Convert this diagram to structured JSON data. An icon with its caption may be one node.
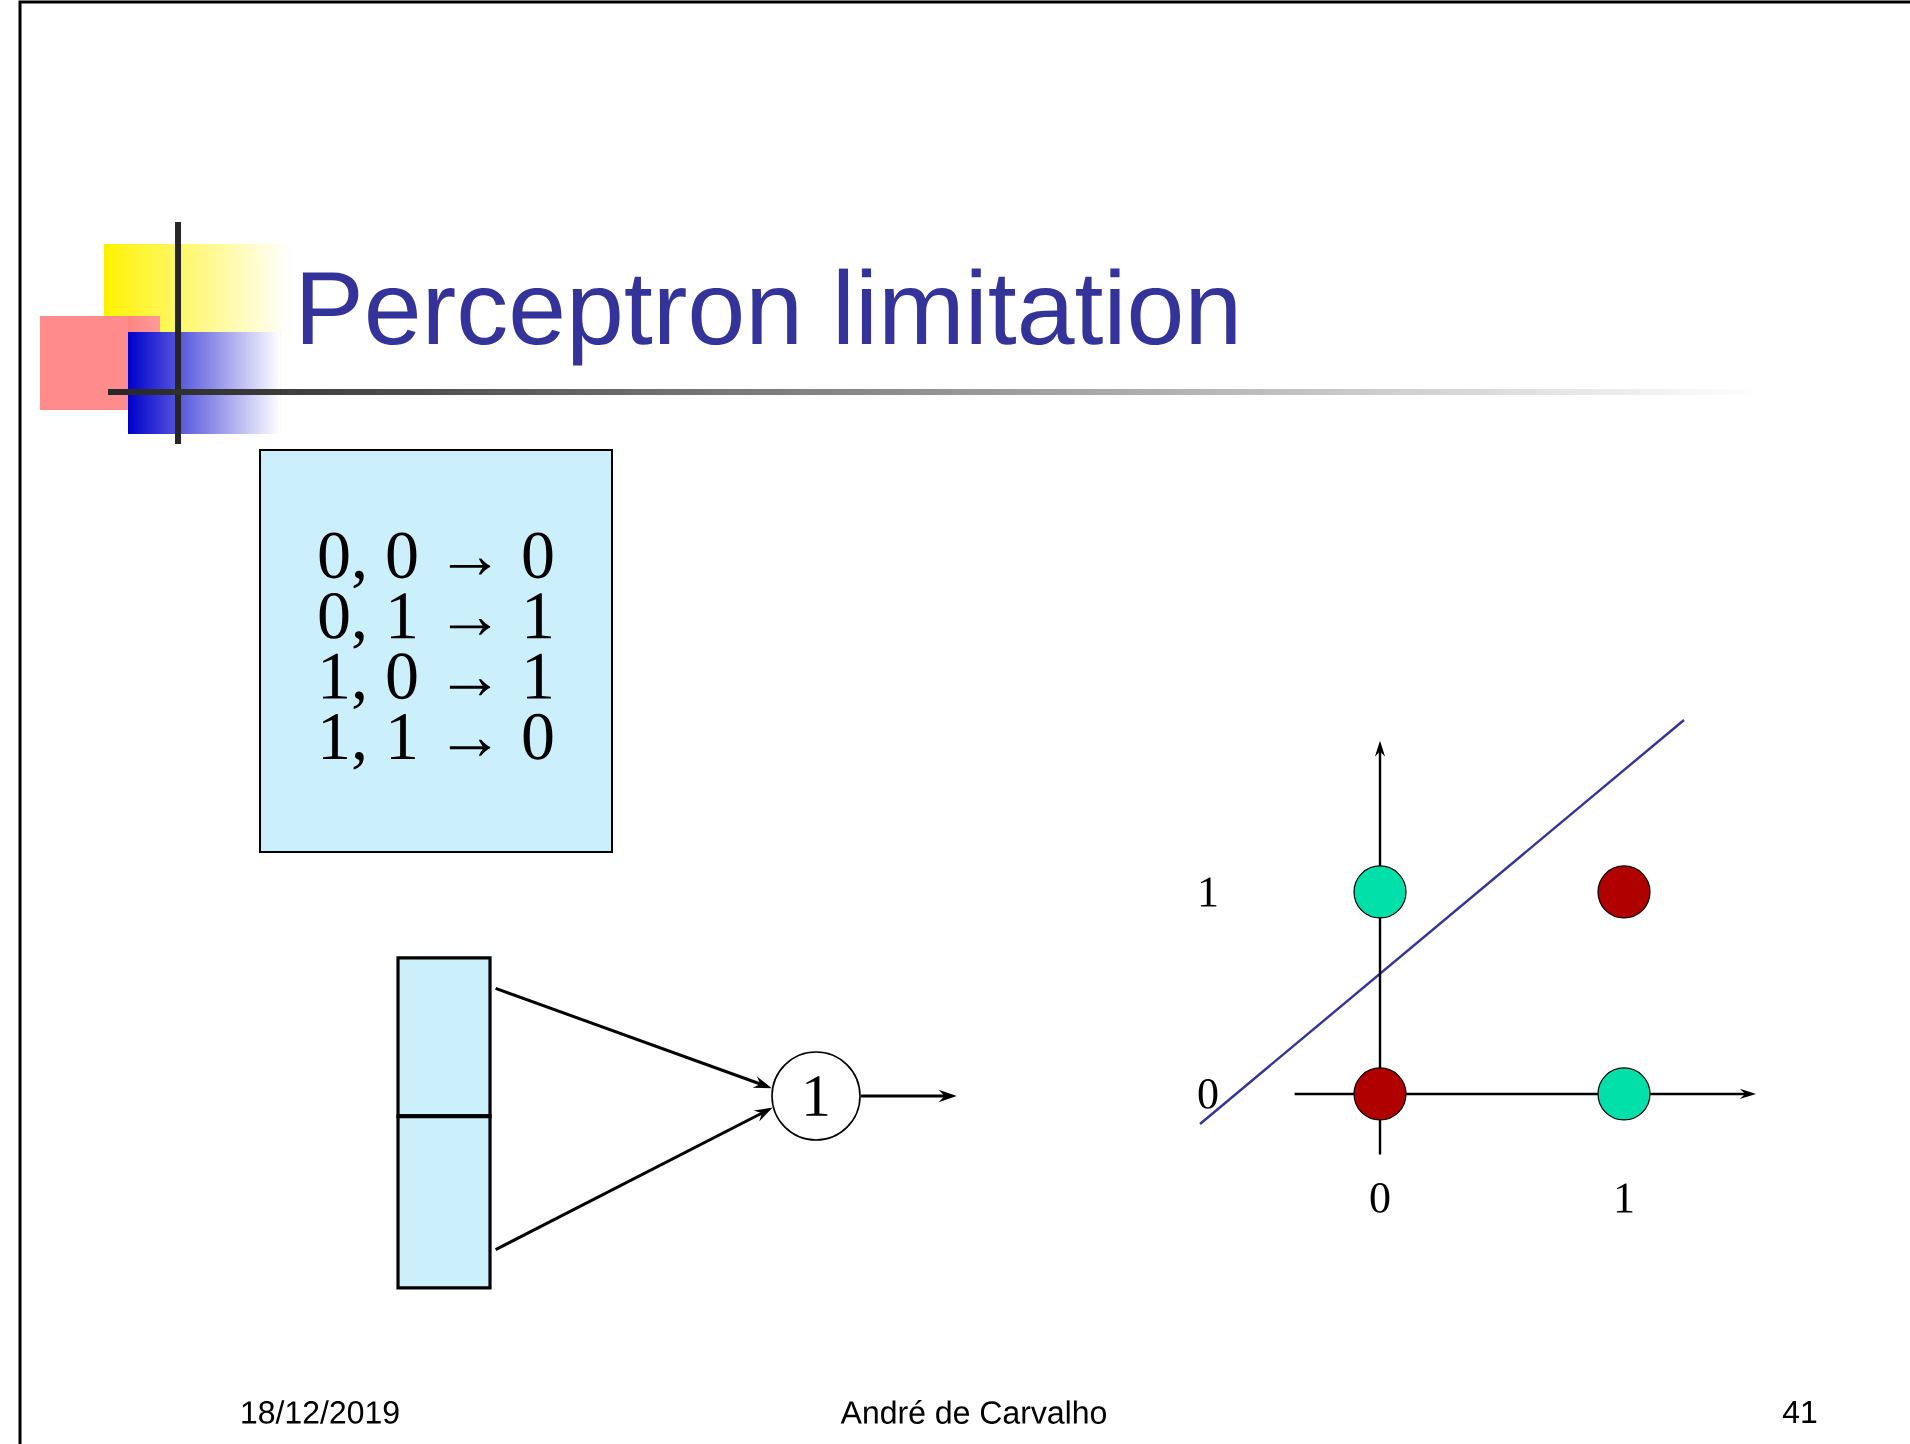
{
  "diagram": {
    "title": "Perceptron limitation",
    "nodes": [
      {
        "text": [
          "0, 0 → 0",
          "0, 1 → 1",
          "1, 0 → 1",
          "1, 1 → 0"
        ]
      },
      {
        "text": [],
        "shape": "box"
      },
      {
        "text": [],
        "shape": "box"
      },
      {
        "text": [
          "1"
        ]
      }
    ],
    "edges": [
      {
        "from": 1,
        "to": 3,
        "arrow": "to"
      },
      {
        "from": 2,
        "to": 3,
        "arrow": "to"
      },
      {
        "from": 3,
        "to": null,
        "arrow": "to"
      }
    ],
    "labels": [
      "18/12/2019",
      "André de Carvalho",
      "41"
    ],
    "chart_data": {
      "type": "scatter",
      "x": [
        0,
        1
      ],
      "xlim": [
        -0.35,
        1.5
      ],
      "ylim": [
        -0.3,
        1.7
      ],
      "xticks": [
        0,
        1
      ],
      "yticks": [
        0,
        1
      ],
      "series": [
        {
          "color": "#00e0a8",
          "values": [
            1,
            0
          ]
        },
        {
          "color": "#b00000",
          "values": [
            0,
            1
          ]
        }
      ]
    }
  }
}
